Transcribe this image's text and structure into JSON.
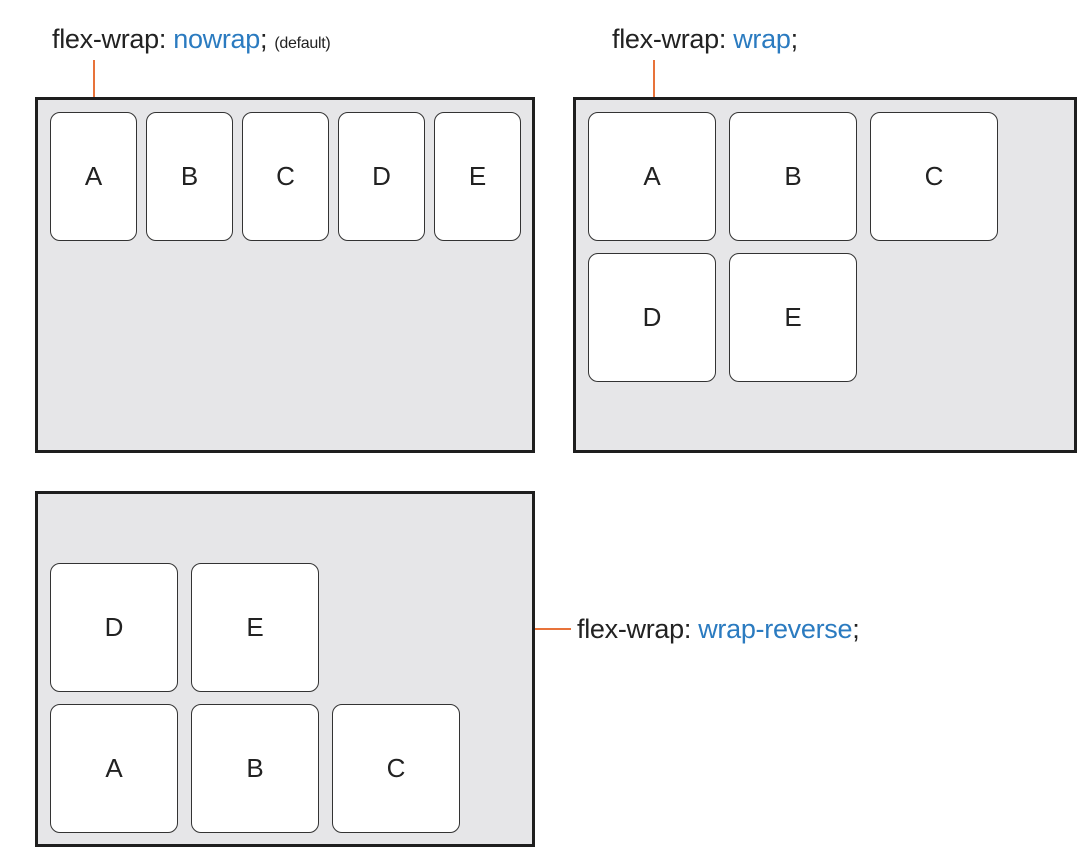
{
  "panels": [
    {
      "property": "flex-wrap:",
      "value": "nowrap",
      "suffix": ";",
      "note": "(default)",
      "items": [
        "A",
        "B",
        "C",
        "D",
        "E"
      ]
    },
    {
      "property": "flex-wrap:",
      "value": "wrap",
      "suffix": ";",
      "items": [
        "A",
        "B",
        "C",
        "D",
        "E"
      ]
    },
    {
      "property": "flex-wrap:",
      "value": "wrap-reverse",
      "suffix": ";",
      "items": [
        "A",
        "B",
        "C",
        "D",
        "E"
      ]
    }
  ],
  "colors": {
    "value_text": "#2b7bc0",
    "leader_line": "#e8733a",
    "panel_fill": "#e6e6e8",
    "panel_border": "#1e1e1e",
    "item_fill": "#ffffff"
  }
}
